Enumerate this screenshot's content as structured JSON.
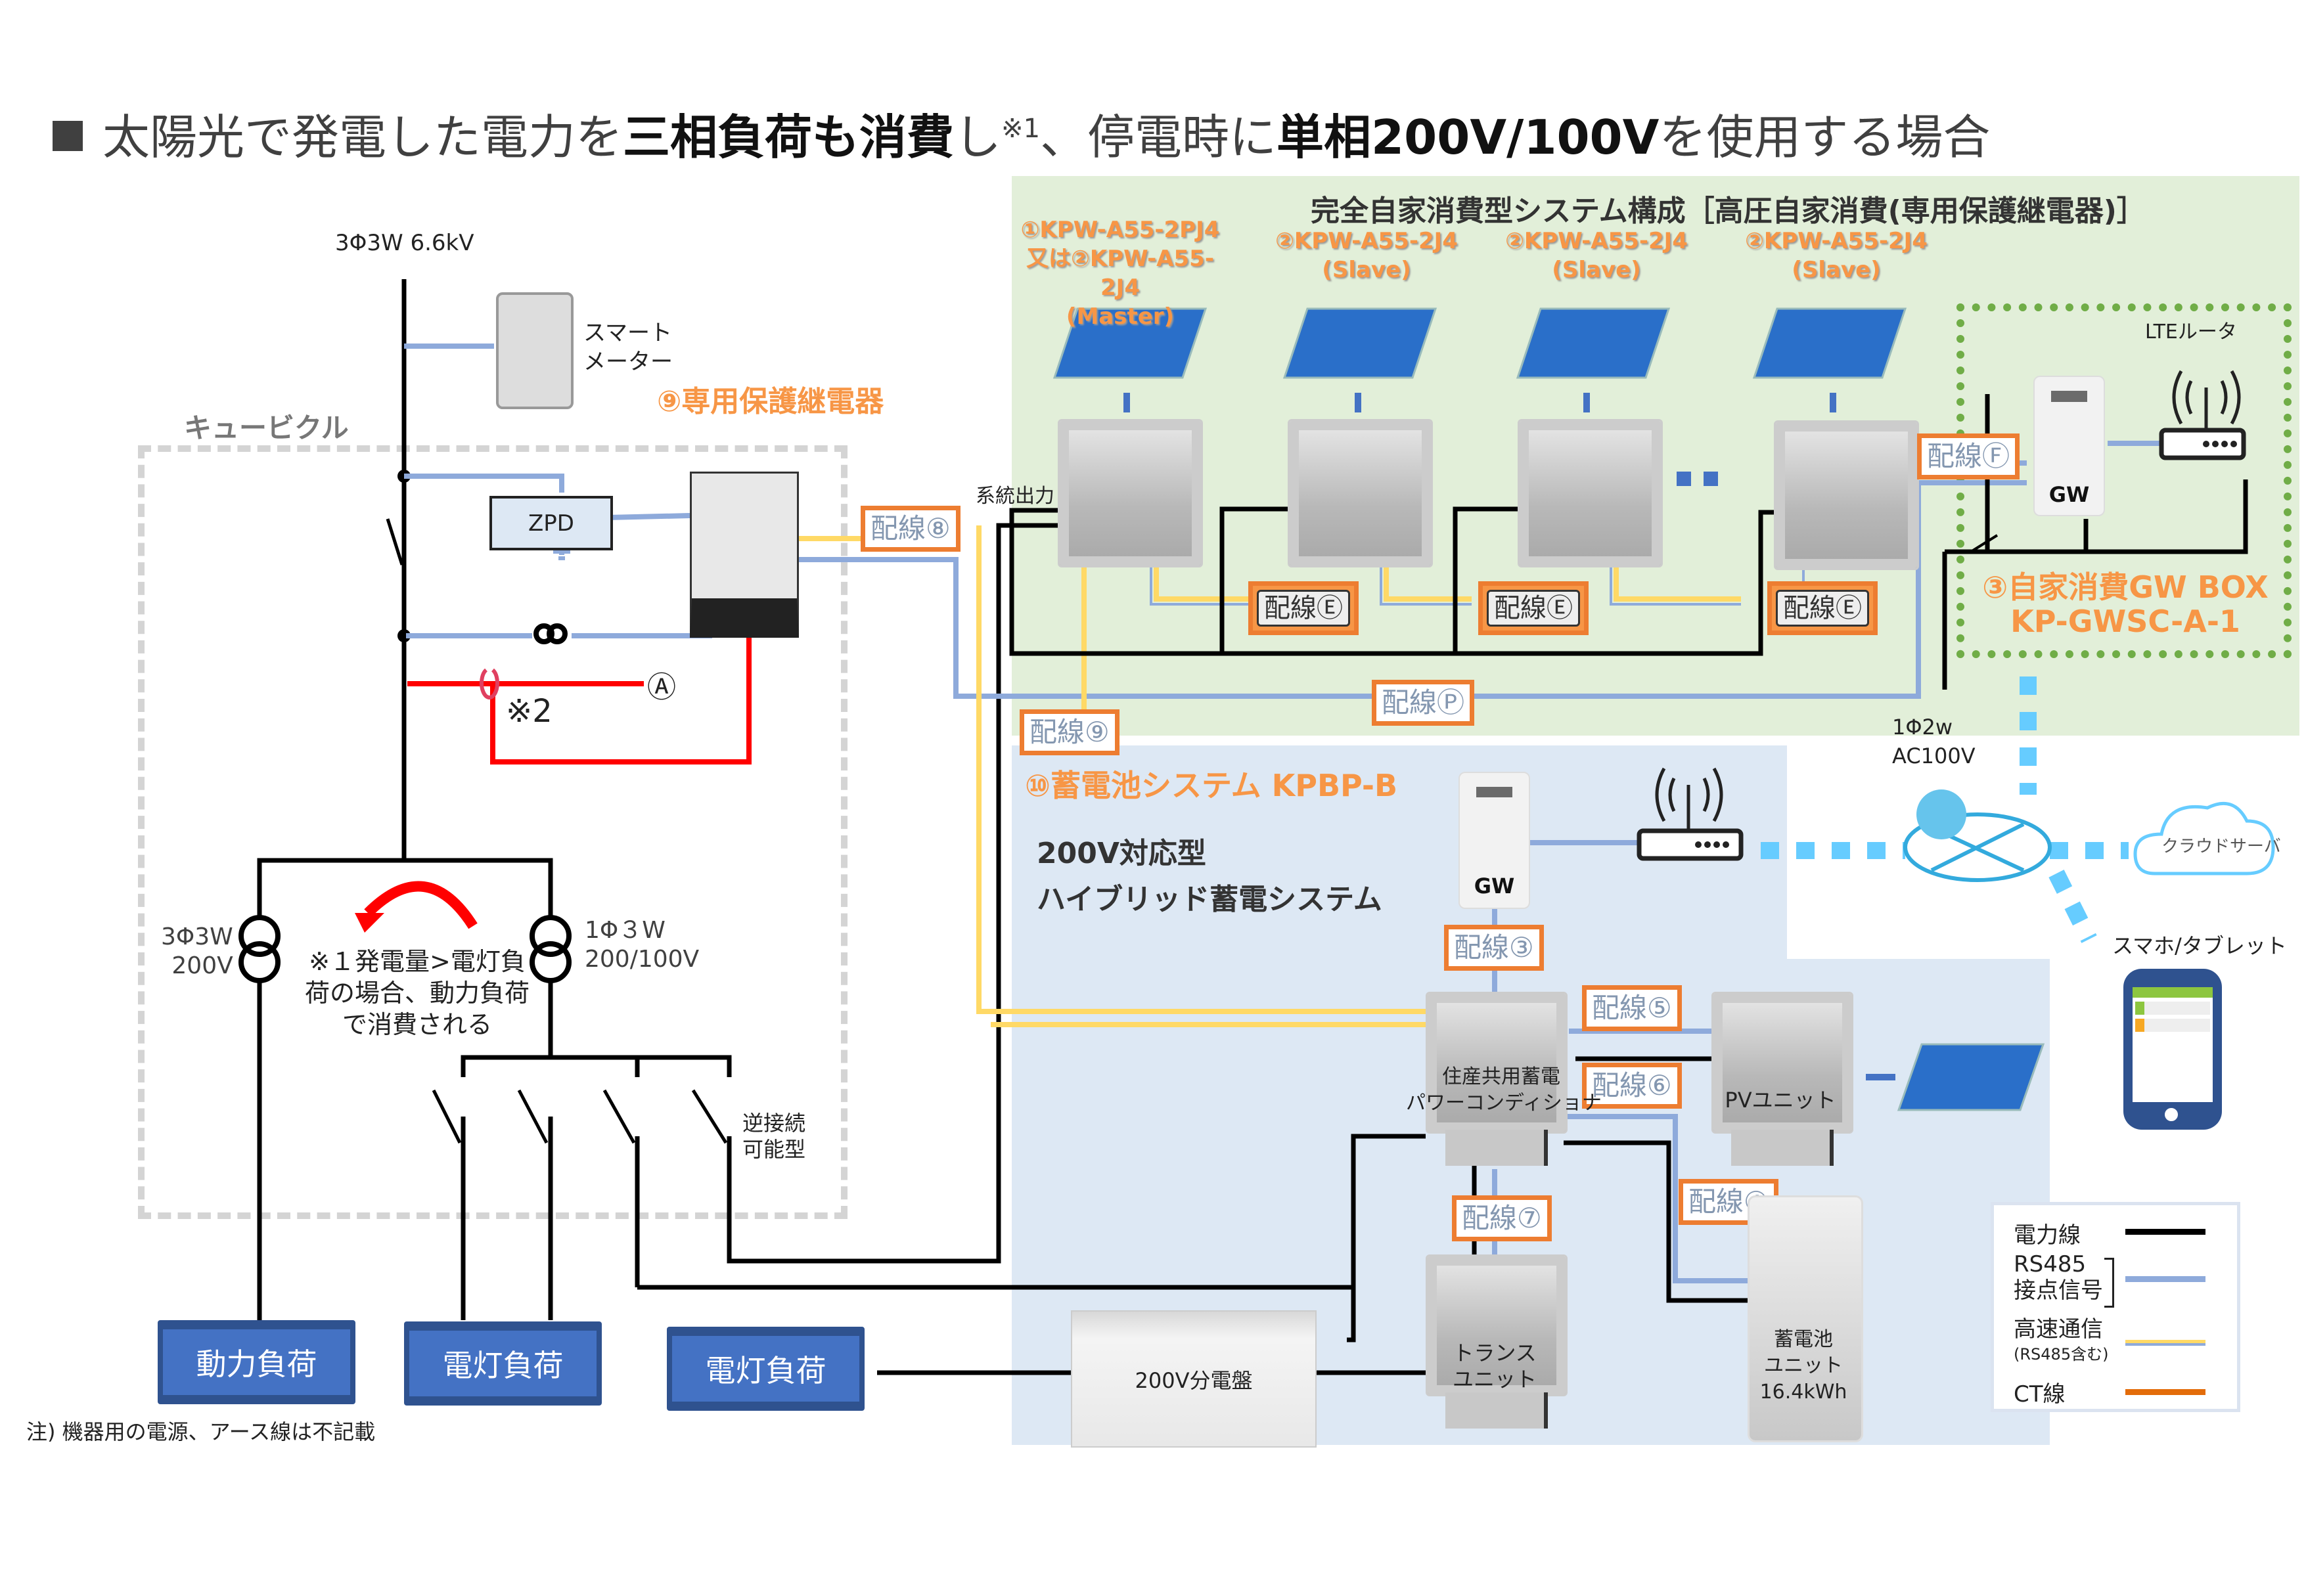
{
  "title": {
    "part1": "太陽光で発電した電力を",
    "bold1": "三相負荷も消費",
    "part2": "し",
    "note_ref": "※1",
    "part3": "、停電時に",
    "bold2": "単相200V/100V",
    "part4": "を使用する場合"
  },
  "grid": {
    "supply_label": "3Φ3W 6.6kV",
    "smart_meter": [
      "スマート",
      "メーター"
    ],
    "cubicle_label": "キュービクル",
    "relay_label": "⑨専用保護継電器",
    "zpd_label": "ZPD",
    "ct_note": "※2",
    "circle_a": "Ⓐ",
    "transformer_3phase": [
      "3Φ3W",
      "200V"
    ],
    "transformer_1phase": [
      "1Φ３W",
      "200/100V"
    ],
    "consumption_note": [
      "※１発電量>電灯負",
      "荷の場合、動力負荷",
      "で消費される"
    ],
    "reverse_connect": [
      "逆接続",
      "可能型"
    ],
    "system_output": "系統出力"
  },
  "loads": [
    "動力負荷",
    "電灯負荷",
    "電灯負荷"
  ],
  "footnote": "注) 機器用の電源、アース線は不記載",
  "self_consumption": {
    "heading": "完全自家消費型システム構成［高圧自家消費(専用保護継電器)］",
    "pcs_models": [
      [
        "①KPW-A55-2PJ4",
        "又は②KPW-A55-2J4",
        "(Master)"
      ],
      [
        "②KPW-A55-2J4",
        "(Slave)"
      ],
      [
        "②KPW-A55-2J4",
        "(Slave)"
      ],
      [
        "②KPW-A55-2J4",
        "(Slave)"
      ]
    ],
    "gw_box_title": "③自家消費GW BOX",
    "gw_box_model": "KP-GWSC-A-1",
    "gw_label": "GW",
    "lte_router": "LTEルータ",
    "power_note": [
      "1Φ2w",
      "AC100V"
    ]
  },
  "wiring_tags": {
    "w8": "配線⑧",
    "w9": "配線⑨",
    "wE": "配線Ⓔ",
    "wF": "配線Ⓕ",
    "wP": "配線Ⓟ",
    "w3": "配線③",
    "w4": "配線④",
    "w5": "配線⑤",
    "w6": "配線⑥",
    "w7": "配線⑦"
  },
  "battery_system": {
    "title": "⑩蓄電池システム KPBP-B",
    "subtitle": [
      "200V対応型",
      "ハイブリッド蓄電システム"
    ],
    "gw_label": "GW",
    "pcs_label": [
      "住産共用蓄電",
      "パワーコンディショナ"
    ],
    "pv_unit": "PVユニット",
    "trans_unit": [
      "トランス",
      "ユニット"
    ],
    "battery_unit": [
      "蓄電池",
      "ユニット",
      "16.4kWh"
    ],
    "panel_200v": "200V分電盤"
  },
  "network": {
    "cloud": "クラウドサーバ",
    "smartphone": "スマホ/タブレット"
  },
  "legend": {
    "items": [
      {
        "label": "電力線",
        "color": "#000000"
      },
      {
        "label": "RS485",
        "label2": "接点信号",
        "color": "#8eaadb"
      },
      {
        "label": "高速通信",
        "label2": "(RS485含む)",
        "color": "#ffd966"
      },
      {
        "label": "CT線",
        "color": "#e36c0a"
      }
    ]
  },
  "colors": {
    "power": "#000000",
    "rs485": "#8eaadb",
    "highspeed": "#ffd966",
    "ct": "#ff0000",
    "accent": "#f79646",
    "wireless": "#66ccff"
  }
}
